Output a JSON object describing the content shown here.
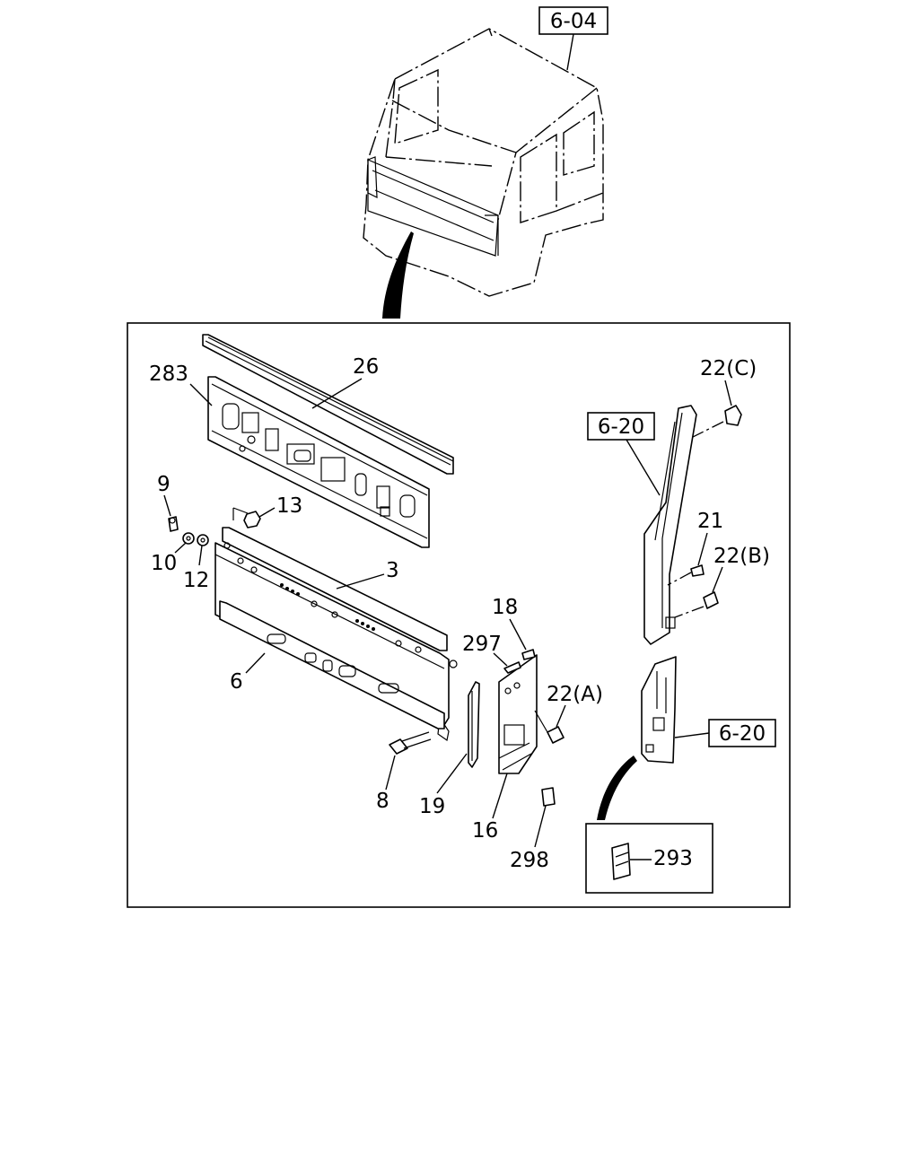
{
  "diagram": {
    "references": {
      "cab_ref": "6-04",
      "pillar_ref_upper": "6-20",
      "pillar_ref_lower": "6-20"
    },
    "callouts": {
      "p283": "283",
      "p26": "26",
      "p9": "9",
      "p13": "13",
      "p10": "10",
      "p12": "12",
      "p3": "3",
      "p6": "6",
      "p8": "8",
      "p19": "19",
      "p18": "18",
      "p297": "297",
      "p22a": "22(A)",
      "p16": "16",
      "p298": "298",
      "p22c": "22(C)",
      "p21": "21",
      "p22b": "22(B)",
      "p293": "293"
    }
  }
}
